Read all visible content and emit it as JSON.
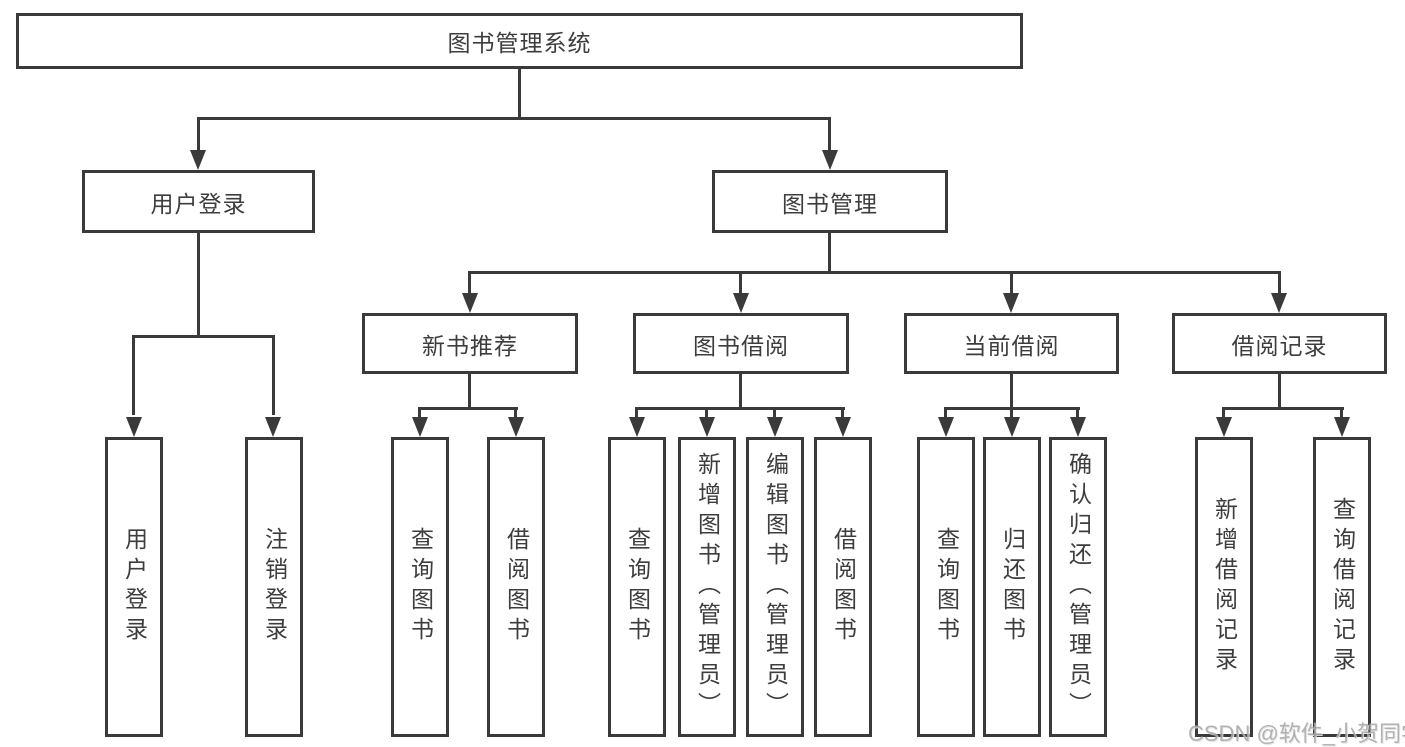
{
  "title": "图书管理系统",
  "level2": {
    "user_login": "用户登录",
    "book_management": "图书管理"
  },
  "level3": {
    "new_book_recommend": "新书推荐",
    "book_borrow": "图书借阅",
    "current_borrow": "当前借阅",
    "borrow_records": "借阅记录"
  },
  "leaves": {
    "user_login": "用户登录",
    "logout": "注销登录",
    "recommend_query_books": "查询图书",
    "recommend_borrow_books": "借阅图书",
    "borrow_query_books": "查询图书",
    "borrow_add_book_admin": "新增图书（管理员）",
    "borrow_edit_book_admin": "编辑图书（管理员）",
    "borrow_borrow_books": "借阅图书",
    "current_query_books": "查询图书",
    "current_return_book": "归还图书",
    "current_confirm_return_admin": "确认归还（管理员）",
    "records_add_record": "新增借阅记录",
    "records_query_record": "查询借阅记录"
  },
  "watermark": "CSDN @软件_小贺同学",
  "colors": {
    "line": "#3a3a3a",
    "text": "#3d3d3d",
    "background": "#ffffff",
    "watermark": "#a8a8a8"
  }
}
